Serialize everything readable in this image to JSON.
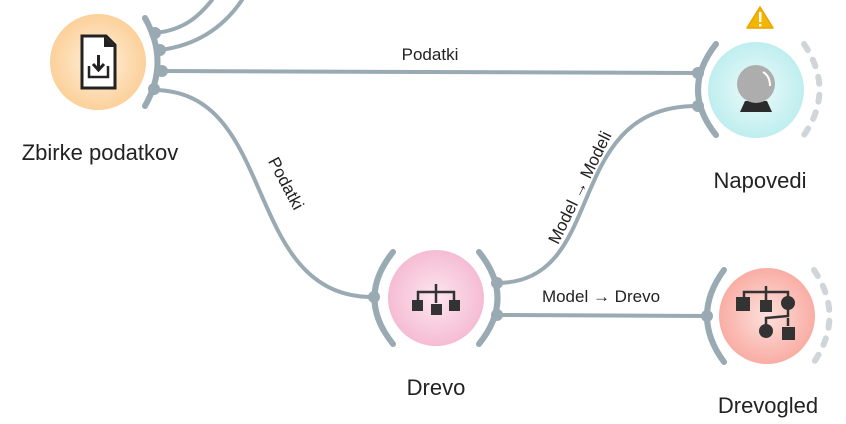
{
  "nodes": {
    "datasets": {
      "label": "Zbirke podatkov",
      "icon": "file-download-icon",
      "color": "#fcd8a6"
    },
    "predictions": {
      "label": "Napovedi",
      "icon": "crystal-ball-icon",
      "color": "#c5eff0",
      "warning": true
    },
    "tree": {
      "label": "Drevo",
      "icon": "tree-icon",
      "color": "#f6c3d8"
    },
    "tree_viewer": {
      "label": "Drevogled",
      "icon": "tree-viewer-icon",
      "color": "#fbb6ad"
    }
  },
  "edges": {
    "datasets_to_predictions": "Podatki",
    "datasets_to_tree": "Podatki",
    "tree_to_predictions": "Model → Modeli",
    "tree_to_viewer": "Model → Drevo"
  },
  "colors": {
    "edge": "#9aaab3",
    "warning": "#f2b705"
  }
}
